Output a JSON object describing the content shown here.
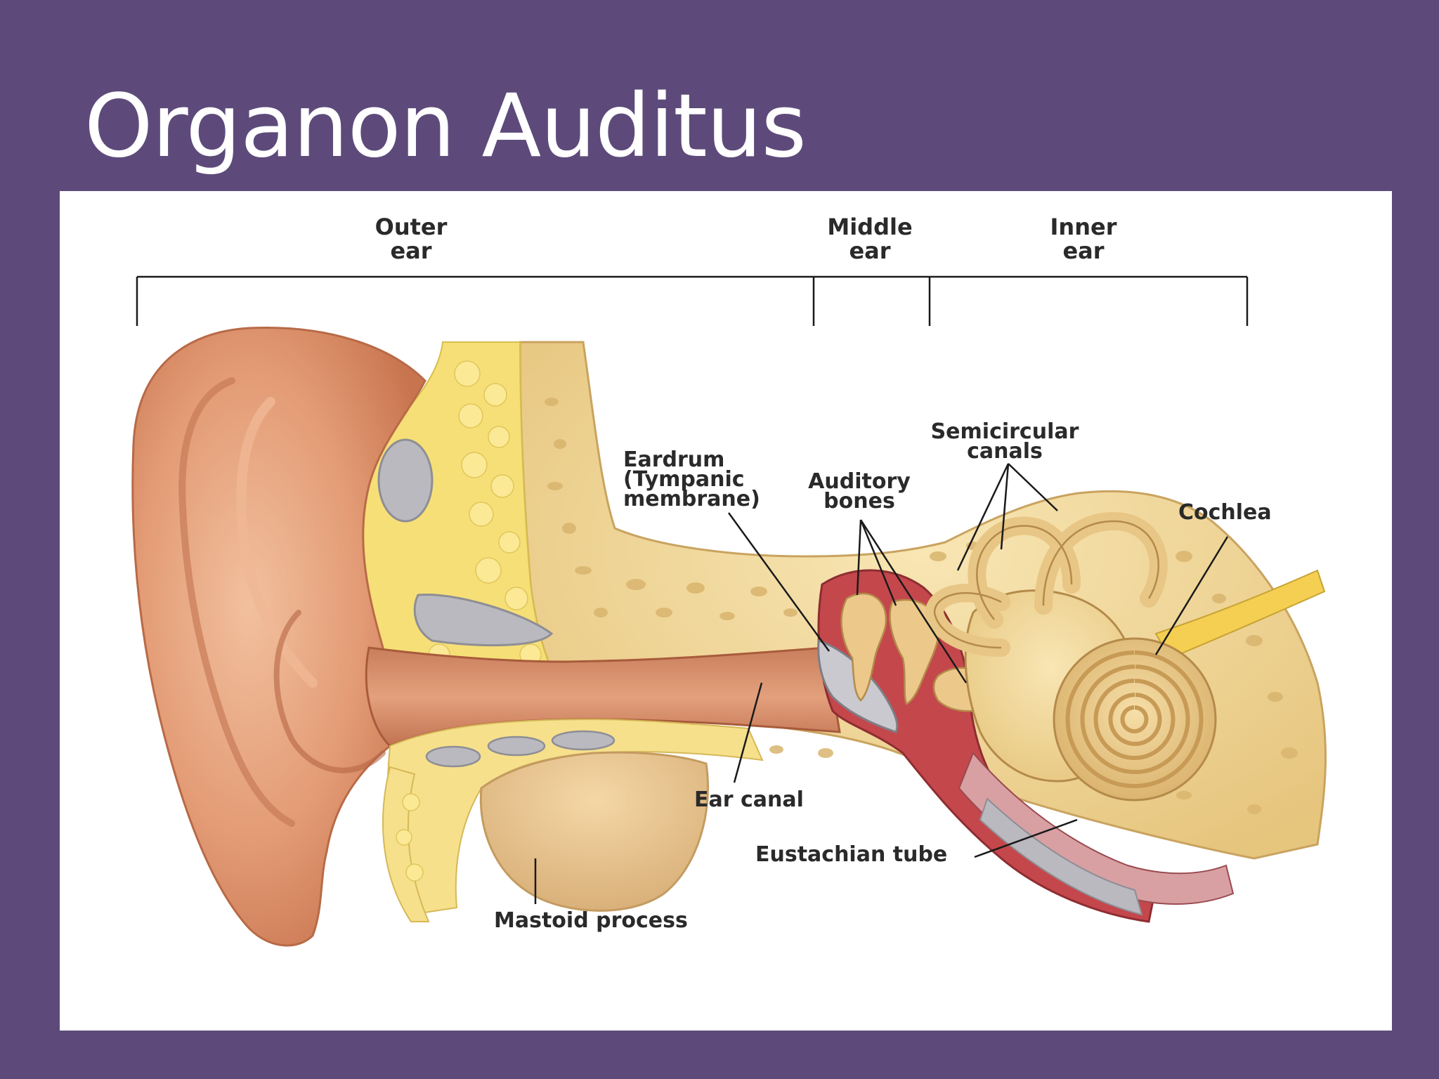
{
  "slide": {
    "title": "Organon Auditus"
  },
  "diagram": {
    "sections": [
      {
        "line1": "Outer",
        "line2": "ear"
      },
      {
        "line1": "Middle",
        "line2": "ear"
      },
      {
        "line1": "Inner",
        "line2": "ear"
      }
    ],
    "labels": {
      "eardrum": [
        "Eardrum",
        "(Tympanic",
        "membrane)"
      ],
      "auditory_bones": [
        "Auditory",
        "bones"
      ],
      "semicircular_canals": [
        "Semicircular",
        "canals"
      ],
      "cochlea": "Cochlea",
      "ear_canal": "Ear canal",
      "eustachian_tube": "Eustachian tube",
      "mastoid_process": "Mastoid process"
    }
  },
  "colors": {
    "background": "#5d4a7a",
    "panel": "#ffffff",
    "skin": "#e8a784",
    "bone": "#f0d898",
    "fat": "#f7e27a",
    "cavity": "#c0454a",
    "cartilage": "#b8b8be"
  }
}
